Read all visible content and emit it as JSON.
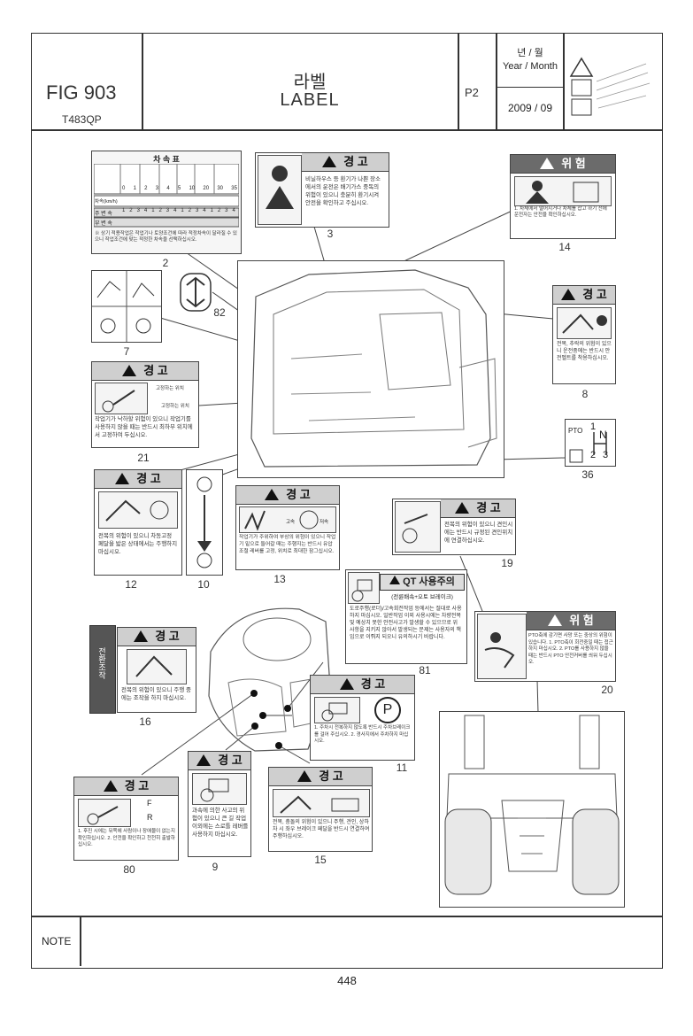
{
  "header": {
    "fig": "FIG 903",
    "model": "T483QP",
    "title_ko": "라벨",
    "title_en": "LABEL",
    "page_code": "P2",
    "date_label_ko": "년 / 월",
    "date_label_en": "Year / Month",
    "date_value": "2009 / 09"
  },
  "labels": {
    "l2": {
      "title": "차 속 표",
      "row_speed": "차속(km/h)",
      "row_main": "주 변 속",
      "row_sub": "부 변 속",
      "scale": [
        "0",
        "1",
        "2",
        "3",
        "4",
        "5",
        "10",
        "20",
        "30",
        "35"
      ],
      "gears": [
        "1",
        "2",
        "3",
        "4",
        "1",
        "2",
        "3",
        "4",
        "1",
        "2",
        "3",
        "4",
        "1",
        "2",
        "3",
        "4"
      ],
      "note": "※ 상기 적용작업은 작업기나 토양조건에 따라 적정차속이 달라질 수 있으니 작업조건에 맞는 적정한 차속을 선택하십시오.",
      "num": "2"
    },
    "l3": {
      "title": "경    고",
      "text": "비닐하우스 등 환기가 나쁜 장소에서의 운전은 배기가스 중독의 위험이 있으니 충분히 환기시켜 안전을 확인하고 주십시오.",
      "num": "3"
    },
    "l14": {
      "title": "위    험",
      "text": "1. 차체에서 떨어지거나 차체를 잡고 하기 전에 운전자는 안전을 확인하십시오.",
      "num": "14"
    },
    "l7": {
      "num": "7"
    },
    "l82": {
      "num": "82"
    },
    "l8": {
      "title": "경  고",
      "text": "전복, 추락의 위험이 있으니 운전중에는 반드시 안전벨트를 착용하십시오.",
      "num": "8"
    },
    "l21": {
      "title": "경    고",
      "text": "작업기가 낙하할 위험이 있으니 작업기를 사용하지 않을 때는 반드시 최하부 위치에서 고정하여 두십시오.",
      "legend_up": "고정하는 위치",
      "legend_dn": "고정하는 위치",
      "num": "21"
    },
    "l36": {
      "pto": "PTO",
      "n": "N",
      "one": "1",
      "two": "2",
      "three": "3",
      "num": "36"
    },
    "l12": {
      "title": "경    고",
      "text": "전복의 위험이 있으니 차동고정 페달을 밟은 상태에서는 주행하지 마십시오.",
      "num": "12"
    },
    "l10": {
      "num": "10"
    },
    "l13": {
      "title": "경    고",
      "text": "작업기가 주위하여 부상의 위험이 있으니 작업기 밑으로 들어갈 때는 주행지는 반드시 유압조절 레버를 고정, 위치로 최대한 잠그십시오.",
      "speed_hi": "고속",
      "speed_lo": "저속",
      "num": "13"
    },
    "l19": {
      "title": "경  고",
      "text": "전복의 위험이 있으니 견인시에는 반드시 규정된 견인위치에 연결하십시오.",
      "num": "19"
    },
    "l81": {
      "title": "QT 사용주의",
      "subtitle": "(전륜배속+오토 브레이크)",
      "text": "도로주행(로더)/고속회전작업 등에서는 절대로 사용하지 마십시오. 일반작업 이외 사용시에는 차량전복 및 예상치 못한 안전사고가 발생할 수 있으므로 위 사항을 지키지 않아서 발생되는 문제는 사용자의 책임으로 이뤄지 되오니 유의하시기 바랍니다.",
      "num": "81"
    },
    "l16": {
      "side": "전환조작",
      "title": "경    고",
      "text": "전복의 위험이 있으니 주행 중에는 조작을 하지 마십시오.",
      "num": "16"
    },
    "l11": {
      "title": "경    고",
      "p": "P",
      "text": "1. 주차시 전복하지 않도록 반드시 주차브레이크를 걸어 주십시오. 2. 경사지에서 주차하지 마십시오.",
      "num": "11"
    },
    "l20": {
      "title": "위    험",
      "text": "PTO축에 감기면 사망 또는 중상의 위험이 있습니다. 1. PTO축이 회전중일 때는 접근하지 마십시오. 2. PTO를 사용하지 않을 때는 반드시 PTO 안전커버를 씌워 두십시오.",
      "num": "20"
    },
    "l80": {
      "title": "경    고",
      "f": "F",
      "r": "R",
      "text": "1. 후진 시에는 뒤쪽에 사람이나 장애물이 없는지 확인하십시오. 2. 안전을 확인하고 천천히 출발하십시오.",
      "num": "80"
    },
    "l9": {
      "title": "경  고",
      "text": "과속에 의한 사고의 위험이 있으니 큰 길 작업 이외에는 스로틀 레버를 사용하지 마십시오.",
      "num": "9"
    },
    "l15": {
      "title": "경    고",
      "text": "전복, 충돌의 위험이 있으니 주행, 견인, 상하차 시 좌우 브레이크 페달을 반드시 연결하여 주행하십시오.",
      "num": "15"
    }
  },
  "footer": {
    "note_label": "NOTE",
    "page_number": "448"
  }
}
